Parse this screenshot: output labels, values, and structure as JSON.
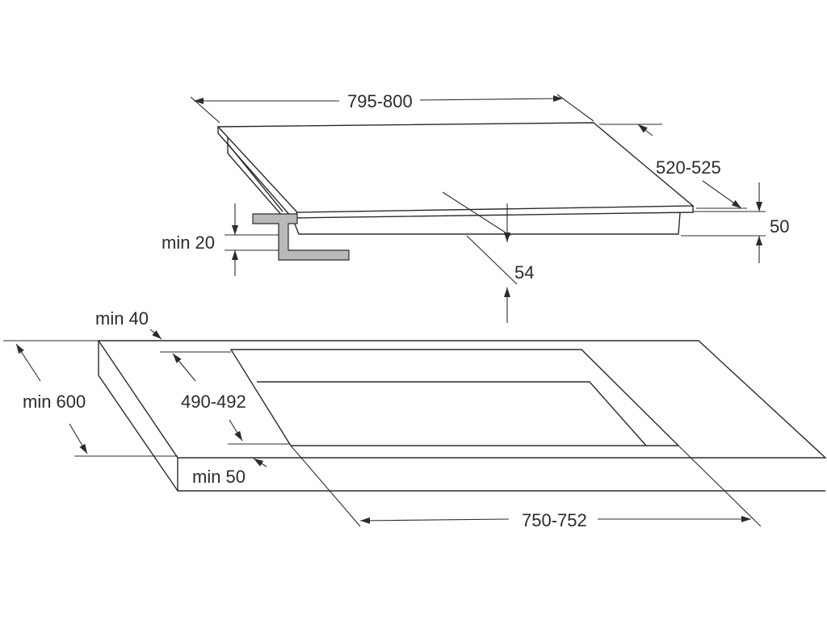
{
  "dimensions": {
    "hob_width": "795-800",
    "hob_depth": "520-525",
    "hob_height": "50",
    "clamp_min_thickness": "min 20",
    "hob_underside_depth": "54",
    "front_edge_min": "min 40",
    "worktop_depth_min": "min 600",
    "cutout_depth": "490-492",
    "worktop_thickness_min": "min 50",
    "cutout_width": "750-752"
  }
}
